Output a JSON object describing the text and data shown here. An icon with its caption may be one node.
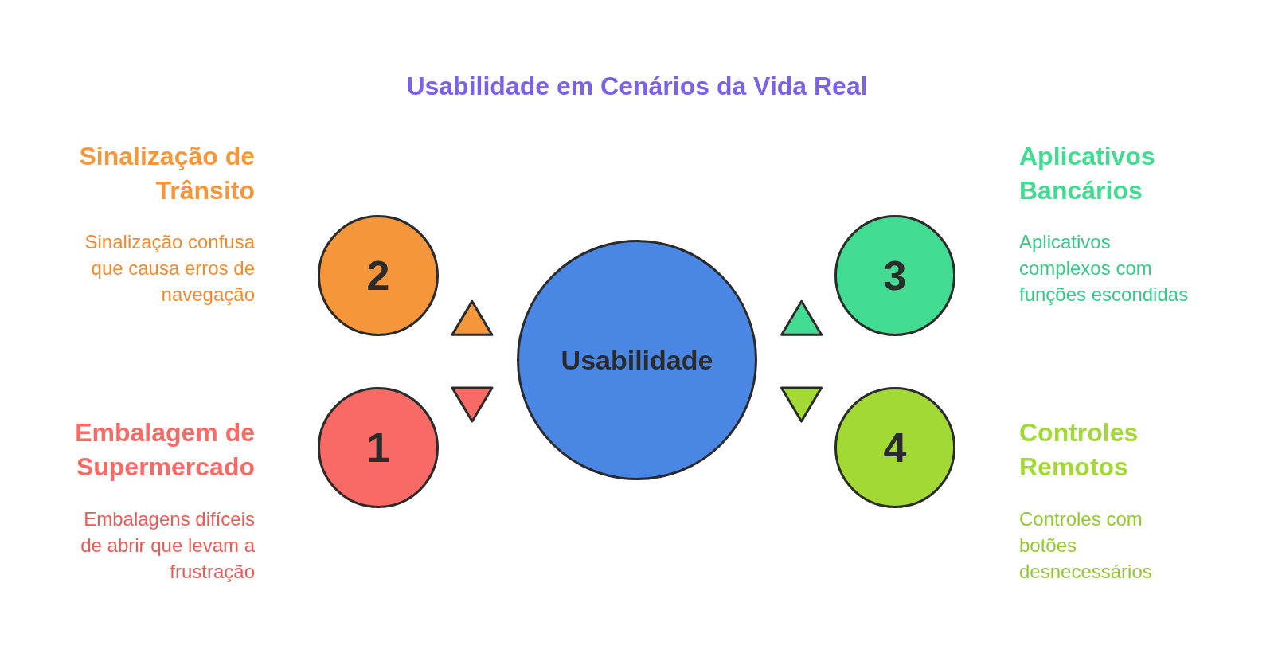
{
  "diagram": {
    "title": "Usabilidade em Cenários da Vida Real",
    "nodes": [
      {
        "text": [
          "Usabilidade"
        ]
      },
      {
        "text": [
          "1"
        ],
        "beside": [
          "Embalagem de Supermercado",
          "Embalagens difíceis de abrir que levam a frustração"
        ]
      },
      {
        "text": [
          "2"
        ],
        "beside": [
          "Sinalização de Trânsito",
          "Sinalização confusa que causa erros de navegação"
        ]
      },
      {
        "text": [
          "3"
        ],
        "beside": [
          "Aplicativos Bancários",
          "Aplicativos complexos com funções escondidas"
        ]
      },
      {
        "text": [
          "4"
        ],
        "beside": [
          "Controles Remotos",
          "Controles com botões desnecessários"
        ]
      }
    ],
    "edges": [
      {
        "from": 0,
        "to": 1,
        "arrow": "both",
        "color": "#f86a65"
      },
      {
        "from": 0,
        "to": 2,
        "arrow": "both",
        "color": "#f5963a"
      },
      {
        "from": 0,
        "to": 3,
        "arrow": "both",
        "color": "#41dc91"
      },
      {
        "from": 0,
        "to": 4,
        "arrow": "both",
        "color": "#a3d935"
      }
    ]
  }
}
